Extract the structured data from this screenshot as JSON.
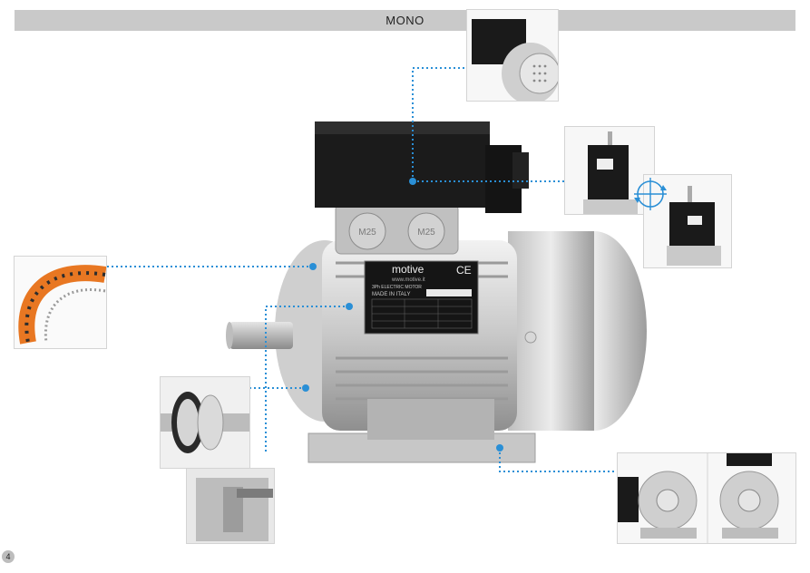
{
  "header": {
    "title": "MONO"
  },
  "motor": {
    "brand": "motive",
    "website": "www.motive.it",
    "ce_mark": "CE",
    "nameplate_line1": "3Ph ELECTRIC MOTOR",
    "nameplate_line2": "MADE IN ITALY",
    "gland_left": "M25",
    "gland_right": "M25"
  },
  "page_number": "4",
  "colors": {
    "header_bar": "#c9c9c9",
    "leader_line": "#2a8fd6",
    "winding": "#e87722",
    "terminal_box": "#1b1b1b"
  }
}
